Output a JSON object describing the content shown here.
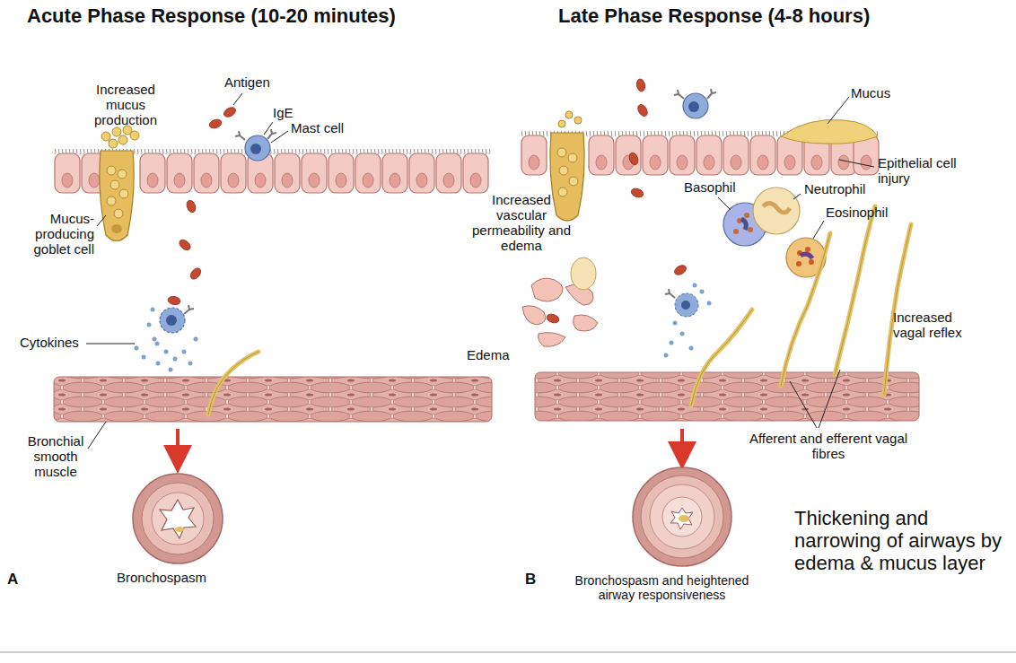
{
  "diagram": {
    "labels": [
      "Acute Phase Response (10-20 minutes)",
      "Increased mucus production",
      "Antigen",
      "IgE",
      "Mast cell",
      "Mucus-producing goblet cell",
      "Cytokines",
      "Bronchial smooth muscle",
      "A",
      "Bronchospasm",
      "Late Phase Response (4-8 hours)",
      "Mucus",
      "Epithelial cell injury",
      "Basophil",
      "Neutrophil",
      "Eosinophil",
      "Increased vascular permeability and edema",
      "Edema",
      "Increased vagal reflex",
      "Afferent and efferent vagal fibres",
      "B",
      "Bronchospasm and heightened airway responsiveness",
      "Thickening and narrowing of airways by edema & mucus layer"
    ]
  }
}
